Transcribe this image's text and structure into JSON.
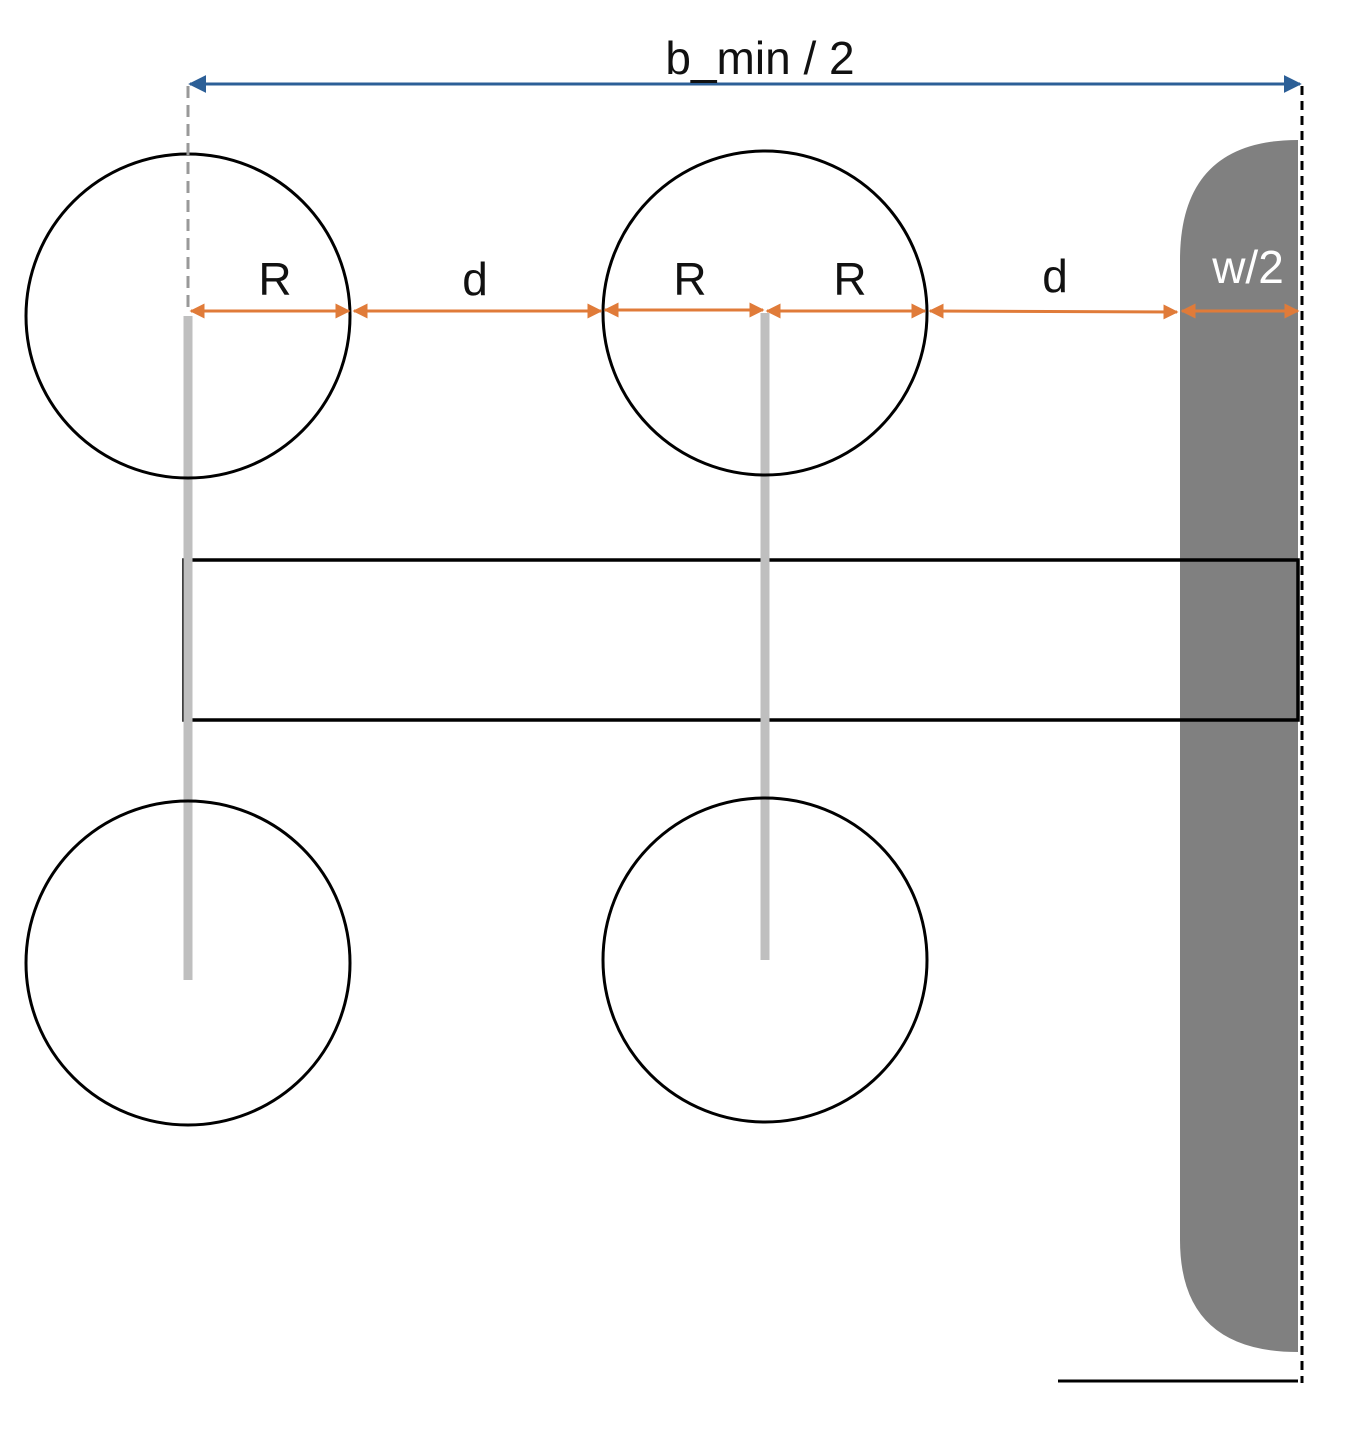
{
  "diagram": {
    "labels": {
      "total_width": "b_min / 2",
      "radius": "R",
      "gap": "d",
      "half_width": "w/2"
    },
    "colors": {
      "total_dimension": "#2c5f97",
      "segment_dimensions": "#e07b39",
      "wall_fill": "#808080",
      "axle": "#bfbfbf",
      "outline": "#000000"
    },
    "dimension_sequence": [
      "R",
      "d",
      "R",
      "R",
      "d",
      "w/2"
    ]
  }
}
